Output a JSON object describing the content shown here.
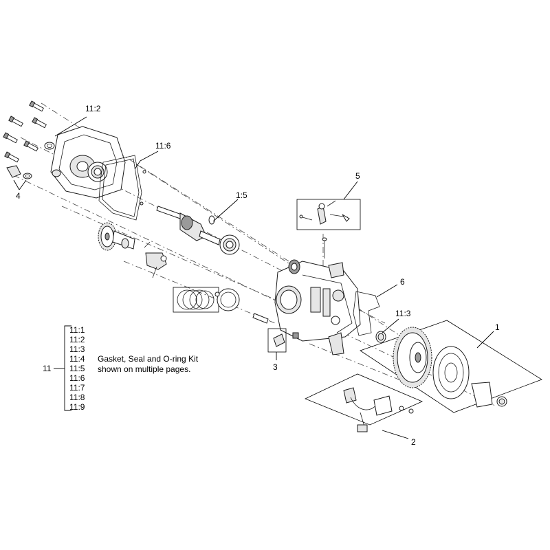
{
  "callouts": {
    "c11_2_top": "11:2",
    "c11_6": "11:6",
    "c4": "4",
    "c1_5": "1:5",
    "c5": "5",
    "c6": "6",
    "c11_3": "11:3",
    "c1": "1",
    "c3": "3",
    "c2": "2"
  },
  "kit_legend": {
    "item_number": "11",
    "sub_items": [
      "11:1",
      "11:2",
      "11:3",
      "11:4",
      "11:5",
      "11:6",
      "11:7",
      "11:8",
      "11:9"
    ],
    "description_line1": "Gasket, Seal and O-ring Kit",
    "description_line2": "shown on multiple pages."
  }
}
